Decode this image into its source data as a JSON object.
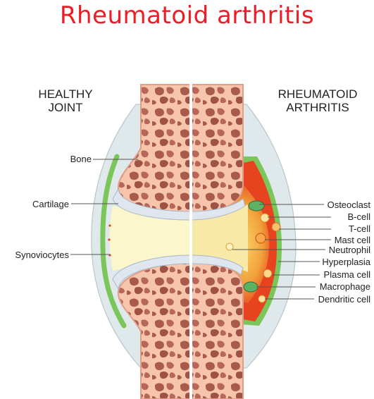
{
  "title": "Rheumatoid arthritis",
  "left_heading": {
    "line1": "HEALTHY",
    "line2": "JOINT"
  },
  "right_heading": {
    "line1": "RHEUMATOID",
    "line2": "ARTHRITIS"
  },
  "left_labels": [
    "Bone",
    "Cartilage",
    "Synoviocytes"
  ],
  "right_labels": [
    "Osteoclast",
    "B-cell",
    "T-cell",
    "Mast cell",
    "Neutrophil",
    "Hyperplasia",
    "Plasma cell",
    "Macrophage",
    "Dendritic cell"
  ],
  "colors": {
    "title": "#ee1c25",
    "bone": "#f7c4ac",
    "bone_pore": "#a85a4b",
    "capsule": "#dfe8ea",
    "synovium_healthy": "#7ac65a",
    "cartilage": "#dfe6ee",
    "synovial_fluid": "#fbf6cc",
    "inflamed_tissue": "#e8431f",
    "pannus": "#f2b73b"
  }
}
